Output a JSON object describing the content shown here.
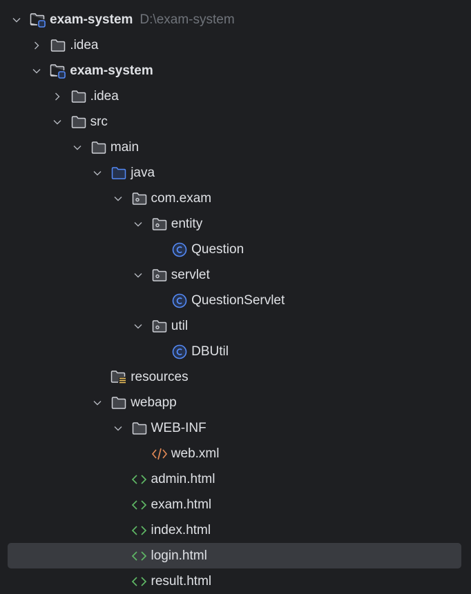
{
  "colors": {
    "background": "#1e1f22",
    "selected_row": "#393b40",
    "text": "#dfe1e5",
    "path_text": "#6f737a",
    "folder_stroke": "#ced0d6",
    "folder_fill": "#43454a",
    "source_folder_stroke": "#548af7",
    "source_folder_fill": "#25324d",
    "class_icon": "#548af7",
    "xml_icon": "#e08855",
    "html_icon": "#5fb865",
    "resources_icon": "#f2c55c"
  },
  "tree": [
    {
      "label": "exam-system",
      "path": "D:\\exam-system",
      "icon": "module-folder-icon",
      "depth": 0,
      "expanded": true,
      "bold": true
    },
    {
      "label": ".idea",
      "icon": "folder-icon",
      "depth": 1,
      "expanded": false
    },
    {
      "label": "exam-system",
      "icon": "module-folder-icon",
      "depth": 1,
      "expanded": true,
      "bold": true
    },
    {
      "label": ".idea",
      "icon": "folder-icon",
      "depth": 2,
      "expanded": false
    },
    {
      "label": "src",
      "icon": "folder-icon",
      "depth": 2,
      "expanded": true
    },
    {
      "label": "main",
      "icon": "folder-icon",
      "depth": 3,
      "expanded": true
    },
    {
      "label": "java",
      "icon": "source-folder-icon",
      "depth": 4,
      "expanded": true
    },
    {
      "label": "com.exam",
      "icon": "package-icon",
      "depth": 5,
      "expanded": true
    },
    {
      "label": "entity",
      "icon": "package-icon",
      "depth": 6,
      "expanded": true
    },
    {
      "label": "Question",
      "icon": "class-icon",
      "depth": 7
    },
    {
      "label": "servlet",
      "icon": "package-icon",
      "depth": 6,
      "expanded": true
    },
    {
      "label": "QuestionServlet",
      "icon": "class-icon",
      "depth": 7
    },
    {
      "label": "util",
      "icon": "package-icon",
      "depth": 6,
      "expanded": true
    },
    {
      "label": "DBUtil",
      "icon": "class-icon",
      "depth": 7
    },
    {
      "label": "resources",
      "icon": "resources-folder-icon",
      "depth": 4
    },
    {
      "label": "webapp",
      "icon": "folder-icon",
      "depth": 4,
      "expanded": true
    },
    {
      "label": "WEB-INF",
      "icon": "folder-icon",
      "depth": 5,
      "expanded": true
    },
    {
      "label": "web.xml",
      "icon": "xml-file-icon",
      "depth": 6
    },
    {
      "label": "admin.html",
      "icon": "html-file-icon",
      "depth": 5
    },
    {
      "label": "exam.html",
      "icon": "html-file-icon",
      "depth": 5
    },
    {
      "label": "index.html",
      "icon": "html-file-icon",
      "depth": 5
    },
    {
      "label": "login.html",
      "icon": "html-file-icon",
      "depth": 5,
      "selected": true
    },
    {
      "label": "result.html",
      "icon": "html-file-icon",
      "depth": 5
    }
  ]
}
